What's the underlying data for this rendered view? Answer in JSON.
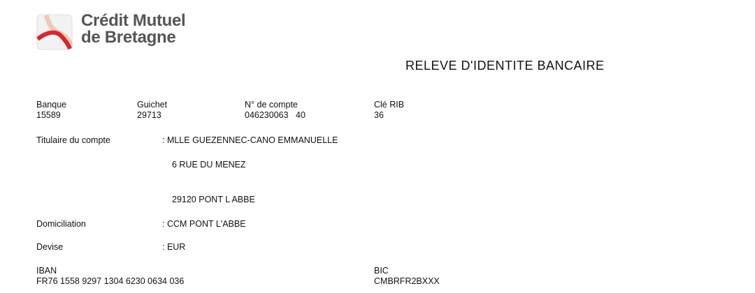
{
  "header": {
    "brand_line1": "Crédit Mutuel",
    "brand_line2": "de Bretagne",
    "title": "RELEVE D'IDENTITE BANCAIRE"
  },
  "rib": {
    "banque": {
      "label": "Banque",
      "value": "15589"
    },
    "guichet": {
      "label": "Guichet",
      "value": "29713"
    },
    "compte": {
      "label": "N° de compte",
      "value": "046230063   40"
    },
    "cle": {
      "label": "Clé RIB",
      "value": "36"
    }
  },
  "titulaire": {
    "label": "Titulaire du compte",
    "name": ": MLLE GUEZENNEC-CANO EMMANUELLE",
    "address1": "6 RUE DU MENEZ",
    "address2": "29120 PONT L ABBE"
  },
  "domiciliation": {
    "label": "Domiciliation",
    "value": ": CCM PONT L'ABBE"
  },
  "devise": {
    "label": "Devise",
    "value": ": EUR"
  },
  "iban": {
    "label": "IBAN",
    "value": "FR76 1558 9297 1304 6230 0634 036"
  },
  "bic": {
    "label": "BIC",
    "value": "CMBRFR2BXXX"
  }
}
